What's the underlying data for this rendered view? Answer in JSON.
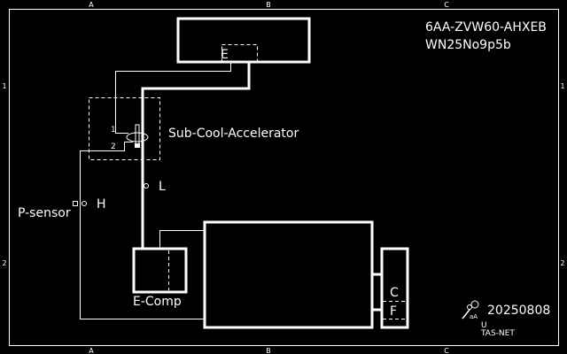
{
  "frame": {
    "col_labels": [
      "A",
      "B",
      "C"
    ],
    "row_labels": [
      "1",
      "2"
    ]
  },
  "title_block": {
    "model": "6AA-ZVW60-AHXEB",
    "code": "WN25No9p5b"
  },
  "components": {
    "upper_unit_port": "E",
    "sub_cool_accelerator": "Sub-Cool-Accelerator",
    "sca_port_1": "1",
    "sca_port_2": "2",
    "low_port": "L",
    "high_port": "H",
    "pressure_sensor": "P-sensor",
    "compressor": "E-Comp",
    "right_port_c": "C",
    "right_port_f": "F"
  },
  "footer": {
    "date": "20250808",
    "logo_sub": "U",
    "brand": "TAS-NET",
    "logo_glyph": "aA"
  },
  "colors": {
    "background": "#000000",
    "line": "#ffffff"
  }
}
